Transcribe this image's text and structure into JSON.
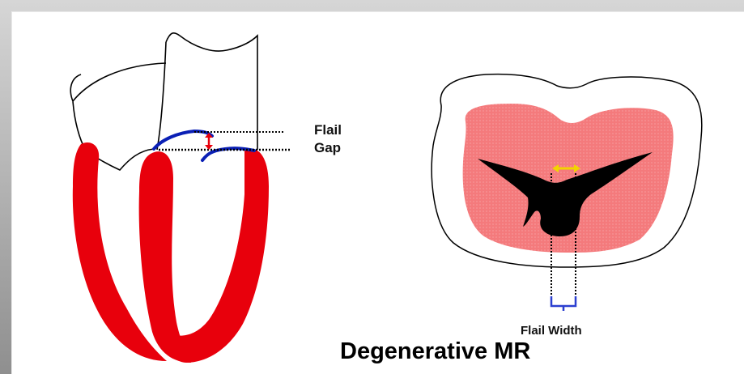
{
  "labels": {
    "flail_gap_line1": "Flail",
    "flail_gap_line2": "Gap",
    "flail_width": "Flail Width"
  },
  "caption": "Degenerative MR",
  "colors": {
    "myocardium": "#e8000c",
    "orifice_area": "#f47a7c",
    "leaflet": "#0a1fb5",
    "gap_arrow": "#e8000c",
    "width_arrow": "#f2d400",
    "bracket": "#2b3fd0"
  }
}
